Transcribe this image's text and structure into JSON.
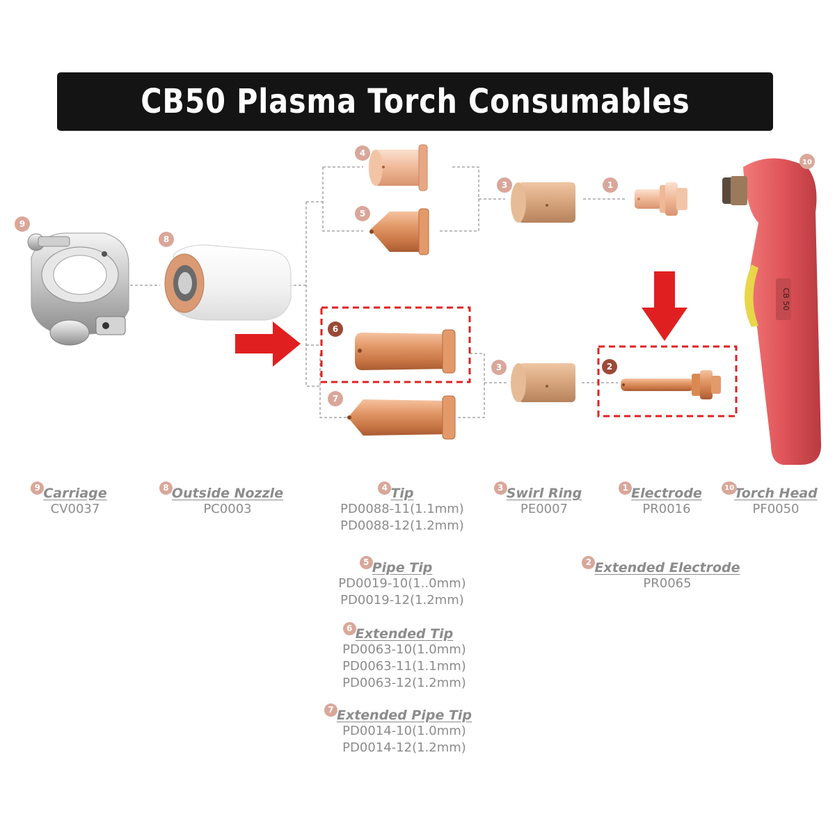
{
  "title": "CB50 Plasma Torch Consumables",
  "torch_label": "CB 50",
  "colors": {
    "banner": "#141414",
    "highlight": "#e02020",
    "badge": "#d9a79a",
    "badge_active": "#9a4a36",
    "copper": "#d98a52",
    "text_gray": "#8c8c8c"
  },
  "parts": [
    {
      "num": "9",
      "name": "Carriage",
      "codes": [
        "CV0037"
      ]
    },
    {
      "num": "8",
      "name": "Outside Nozzle",
      "codes": [
        "PC0003"
      ]
    },
    {
      "num": "4",
      "name": "Tip",
      "codes": [
        "PD0088-11(1.1mm)",
        "PD0088-12(1.2mm)"
      ]
    },
    {
      "num": "3",
      "name": "Swirl Ring",
      "codes": [
        "PE0007"
      ]
    },
    {
      "num": "1",
      "name": "Electrode",
      "codes": [
        "PR0016"
      ]
    },
    {
      "num": "10",
      "name": "Torch Head",
      "codes": [
        "PF0050"
      ]
    },
    {
      "num": "5",
      "name": "Pipe Tip",
      "codes": [
        "PD0019-10(1..0mm)",
        "PD0019-12(1.2mm)"
      ]
    },
    {
      "num": "2",
      "name": "Extended Electrode",
      "codes": [
        "PR0065"
      ]
    },
    {
      "num": "6",
      "name": "Extended Tip",
      "codes": [
        "PD0063-10(1.0mm)",
        "PD0063-11(1.1mm)",
        "PD0063-12(1.2mm)"
      ]
    },
    {
      "num": "7",
      "name": "Extended Pipe Tip",
      "codes": [
        "PD0014-10(1.0mm)",
        "PD0014-12(1.2mm)"
      ]
    }
  ],
  "callouts": [
    {
      "num": "4",
      "highlighted": false
    },
    {
      "num": "5",
      "highlighted": false
    },
    {
      "num": "3",
      "highlighted": false
    },
    {
      "num": "1",
      "highlighted": false
    },
    {
      "num": "10",
      "highlighted": false
    },
    {
      "num": "9",
      "highlighted": false
    },
    {
      "num": "8",
      "highlighted": false
    },
    {
      "num": "6",
      "highlighted": true
    },
    {
      "num": "3",
      "highlighted": false
    },
    {
      "num": "2",
      "highlighted": true
    },
    {
      "num": "7",
      "highlighted": false
    }
  ]
}
